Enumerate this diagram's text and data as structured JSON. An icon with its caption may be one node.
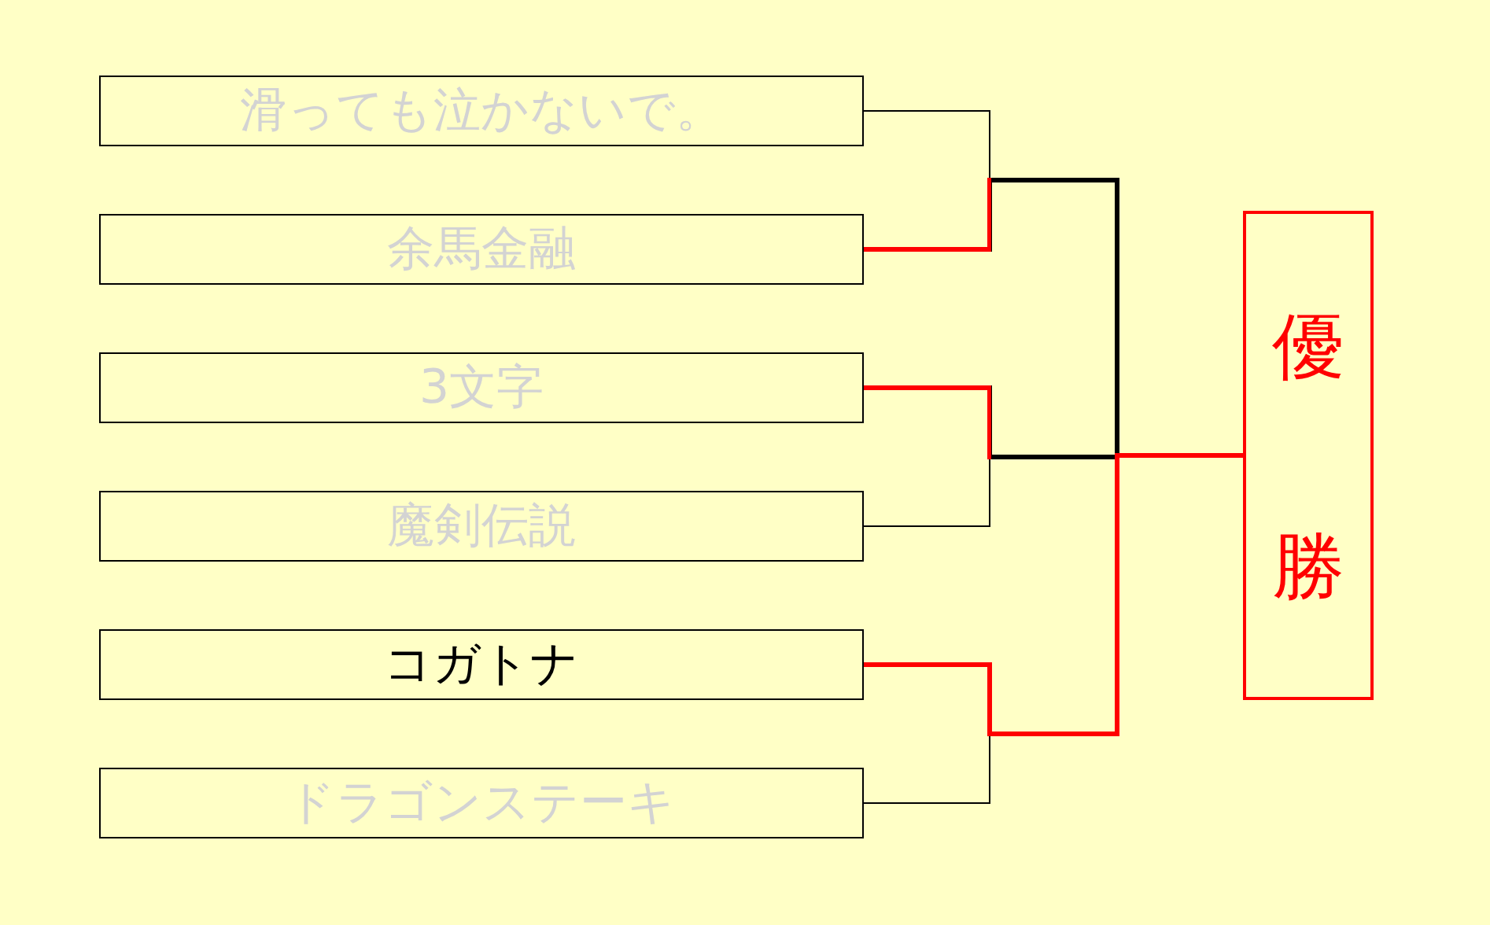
{
  "diagram": {
    "nodes": [
      {
        "text": [
          "滑っても泣かないで。"
        ]
      },
      {
        "text": [
          "余馬金融"
        ]
      },
      {
        "text": [
          "3文字"
        ]
      },
      {
        "text": [
          "魔剣伝説"
        ]
      },
      {
        "text": [
          "コガトナ"
        ]
      },
      {
        "text": [
          "ドラゴンステーキ"
        ]
      },
      {
        "text": [
          "優勝"
        ]
      }
    ],
    "edges": [
      {
        "from": 0,
        "to": 6,
        "arrow": "none"
      },
      {
        "from": 1,
        "to": 6,
        "arrow": "none",
        "style": "thick",
        "color": "#ff0000"
      },
      {
        "from": 2,
        "to": 6,
        "arrow": "none",
        "style": "thick",
        "color": "#ff0000"
      },
      {
        "from": 3,
        "to": 6,
        "arrow": "none"
      },
      {
        "from": 4,
        "to": 6,
        "arrow": "none",
        "style": "thick",
        "color": "#ff0000"
      },
      {
        "from": 5,
        "to": 6,
        "arrow": "none"
      }
    ]
  }
}
